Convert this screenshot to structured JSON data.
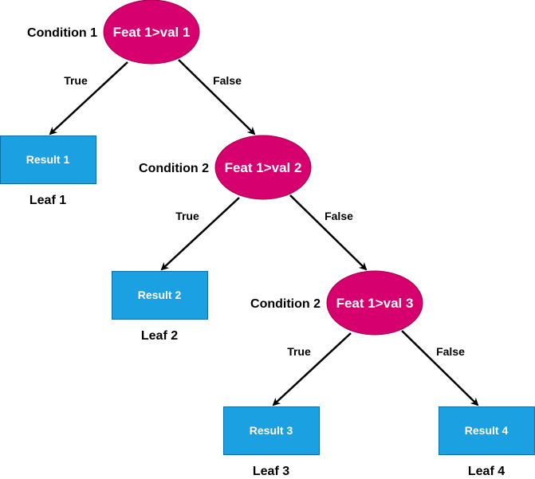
{
  "colors": {
    "decision_fill": "#d6006e",
    "decision_stroke": "#a50050",
    "leaf_fill": "#1ba1e2",
    "leaf_stroke": "#0e6fa8",
    "edge": "#000000"
  },
  "decisions": [
    {
      "condition": "Condition 1",
      "text": "Feat 1>val 1"
    },
    {
      "condition": "Condition 2",
      "text": "Feat 1>val 2"
    },
    {
      "condition": "Condition 2",
      "text": "Feat 1>val 3"
    }
  ],
  "leaves": [
    {
      "result": "Result 1",
      "leaf": "Leaf 1"
    },
    {
      "result": "Result 2",
      "leaf": "Leaf 2"
    },
    {
      "result": "Result 3",
      "leaf": "Leaf 3"
    },
    {
      "result": "Result 4",
      "leaf": "Leaf 4"
    }
  ],
  "edges": [
    {
      "label": "True"
    },
    {
      "label": "False"
    },
    {
      "label": "True"
    },
    {
      "label": "False"
    },
    {
      "label": "True"
    },
    {
      "label": "False"
    }
  ]
}
